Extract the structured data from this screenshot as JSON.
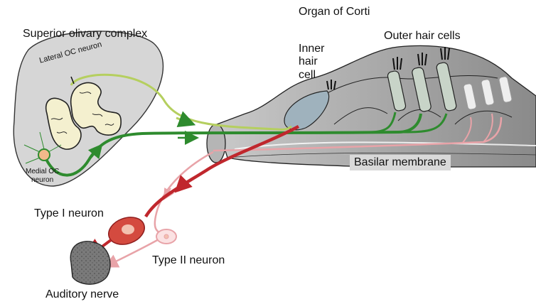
{
  "labels": {
    "organ_of_corti": "Organ of Corti",
    "superior_olivary_complex": "Superior olivary complex",
    "lateral_oc_neuron": "Lateral OC neuron",
    "inner_hair_cell": [
      "Inner",
      "hair",
      "cell"
    ],
    "outer_hair_cells": "Outer hair cells",
    "medial_oc_neuron": [
      "Medial OC",
      "neuron"
    ],
    "basilar_membrane": "Basilar membrane",
    "type_i_neuron": "Type I neuron",
    "type_ii_neuron": "Type II neuron",
    "auditory_nerve": "Auditory nerve"
  },
  "colors": {
    "medial_efferent": "#2e8b2e",
    "lateral_efferent": "#b5cf5f",
    "type_i": "#c0272d",
    "type_ii": "#e8a3a8",
    "soc_fill": "#d6d6d6",
    "cochlea_fill": "#9a9a9a"
  }
}
